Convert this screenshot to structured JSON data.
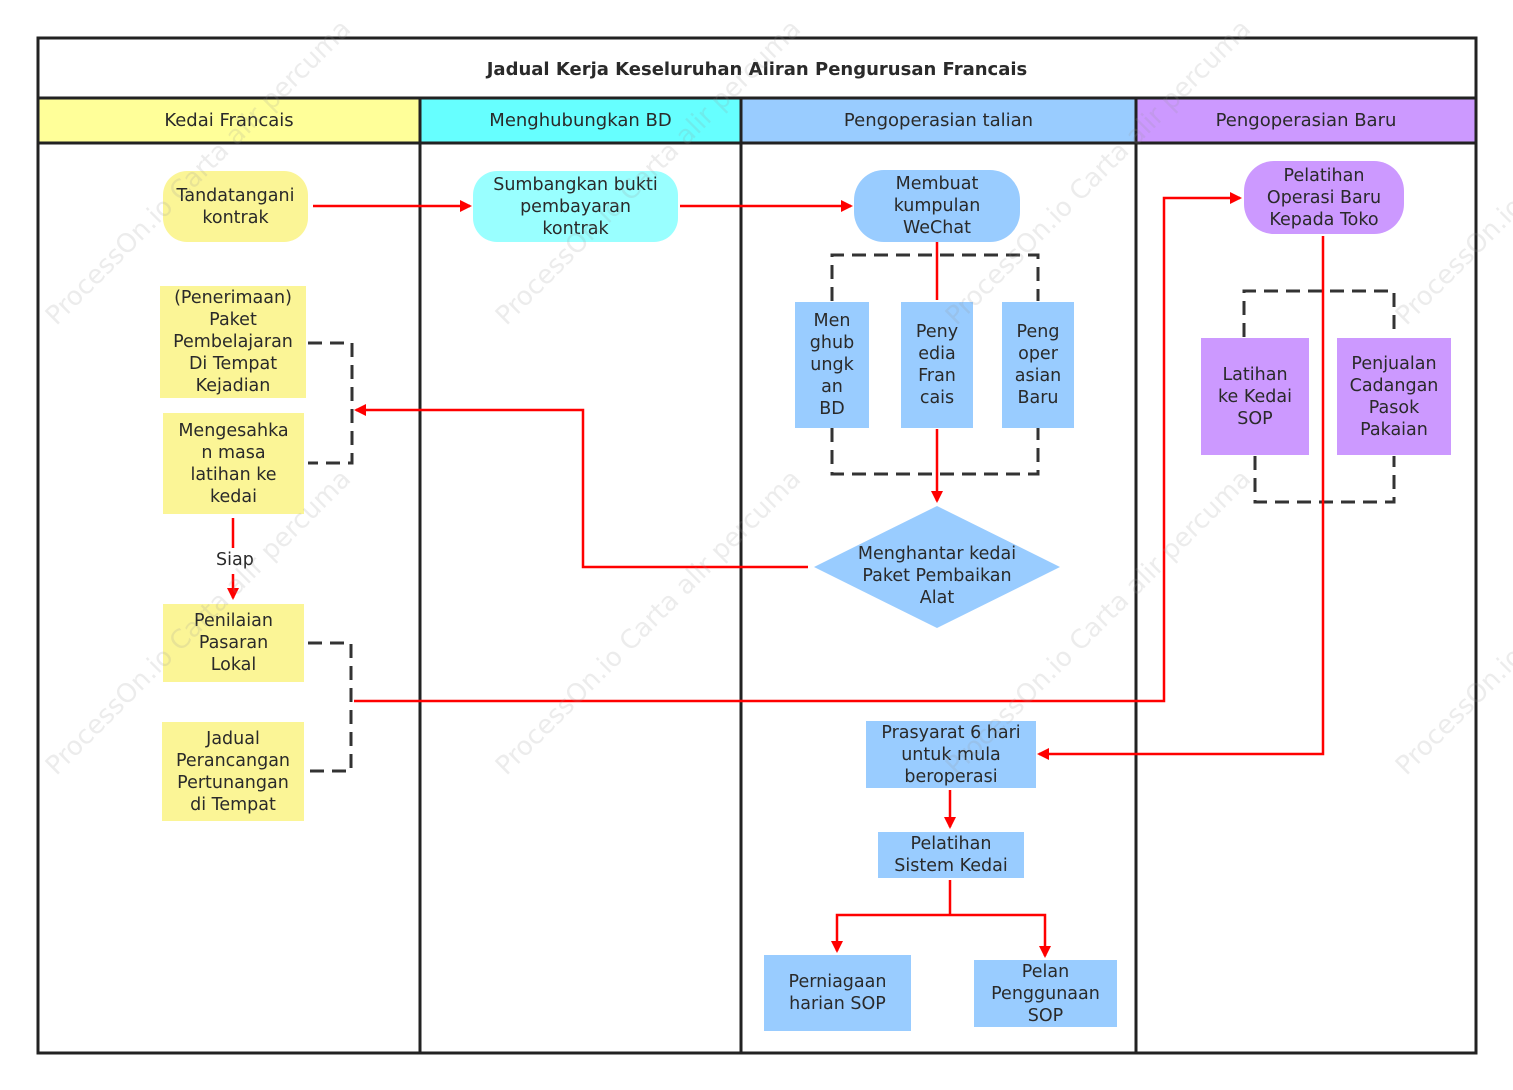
{
  "title": "Jadual Kerja Keseluruhan Aliran Pengurusan Francais",
  "lanes": [
    {
      "label": "Kedai Francais",
      "color": "#ffff99"
    },
    {
      "label": "Menghubungkan BD",
      "color": "#66ffff"
    },
    {
      "label": "Pengoperasian talian",
      "color": "#99ccff"
    },
    {
      "label": "Pengoperasian Baru",
      "color": "#cc99ff"
    }
  ],
  "nodes": {
    "tandatangani": "Tandatangani\nkontrak",
    "penerimaan": "(Penerimaan)\nPaket\nPembelajaran\nDi Tempat\nKejadian",
    "mengesahkan": "Mengesahka\nn masa\nlatihan ke\nkedai",
    "penilaian": "Penilaian\nPasaran\nLokal",
    "jadual": "Jadual\nPerancangan\nPertunangan\ndi Tempat",
    "sumbangkan": "Sumbangkan bukti\npembayaran\nkontrak",
    "membuat": "Membuat\nkumpulan\nWeChat",
    "menghubungkan": "Men\nghub\nungk\nan\nBD",
    "penyedia": "Peny\nedia\nFran\ncais",
    "pengoperasian": "Peng\noper\nasian\nBaru",
    "menghantar": "Menghantar kedai\nPaket Pembaikan\nAlat",
    "prasyarat": "Prasyarat 6 hari\nuntuk mula\nberoperasi",
    "pelatihan_sistem": "Pelatihan\nSistem Kedai",
    "perniagaan": "Perniagaan\nharian SOP",
    "pelan": "Pelan\nPenggunaan\nSOP",
    "pelatihan_operasi": "Pelatihan\nOperasi Baru\nKepada Toko",
    "latihan": "Latihan\nke Kedai\nSOP",
    "penjualan": "Penjualan\nCadangan\nPasok\nPakaian"
  },
  "edge_labels": {
    "siap": "Siap"
  },
  "watermarks": [
    "ProcessOn.io Carta alir percuma"
  ],
  "colors": {
    "arrow": "#ff0000",
    "dashed": "#333333",
    "border": "#222222"
  }
}
